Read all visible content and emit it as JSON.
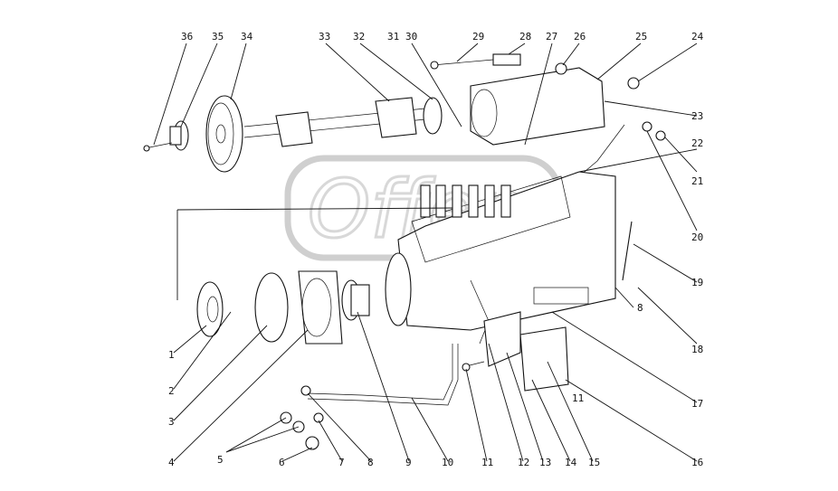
{
  "diagram": {
    "labels": [
      "36",
      "35",
      "34",
      "33",
      "32",
      "31",
      "30",
      "29",
      "28",
      "27",
      "26",
      "25",
      "24",
      "23",
      "22",
      "21",
      "20",
      "19",
      "8",
      "18",
      "17",
      "16",
      "15",
      "14",
      "13",
      "12",
      "11",
      "11",
      "10",
      "9",
      "8",
      "7",
      "6",
      "5",
      "4",
      "3",
      "2",
      "1"
    ],
    "watermark_text": "Offen"
  }
}
